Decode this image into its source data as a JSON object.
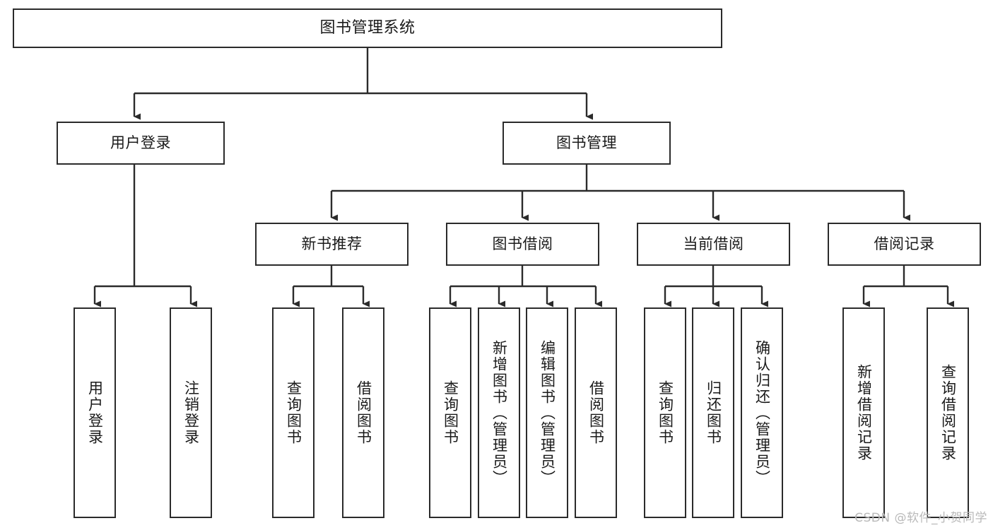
{
  "diagram": {
    "title": "图书管理系统",
    "type": "tree-hierarchy-chart",
    "watermark": "CSDN @软件_小贺同学",
    "colors": {
      "node_border": "#2b2b2b",
      "node_fill": "#ffffff",
      "edge": "#2b2b2b",
      "text": "#1a1a1a",
      "watermark": "#b9b9b9"
    },
    "root": {
      "label": "图书管理系统"
    },
    "level2": [
      {
        "label": "用户登录"
      },
      {
        "label": "图书管理"
      }
    ],
    "level3": [
      {
        "label": "新书推荐"
      },
      {
        "label": "图书借阅"
      },
      {
        "label": "当前借阅"
      },
      {
        "label": "借阅记录"
      }
    ],
    "leaves": {
      "user_login": [
        {
          "label": "用户登录"
        },
        {
          "label": "注销登录"
        }
      ],
      "new_book_recommend": [
        {
          "label": "查询图书"
        },
        {
          "label": "借阅图书"
        }
      ],
      "book_borrow": [
        {
          "label": "查询图书"
        },
        {
          "label": "新增图书（管理员）"
        },
        {
          "label": "编辑图书（管理员）"
        },
        {
          "label": "借阅图书"
        }
      ],
      "current_borrow": [
        {
          "label": "查询图书"
        },
        {
          "label": "归还图书"
        },
        {
          "label": "确认归还（管理员）"
        }
      ],
      "borrow_record": [
        {
          "label": "新增借阅记录"
        },
        {
          "label": "查询借阅记录"
        }
      ]
    }
  }
}
